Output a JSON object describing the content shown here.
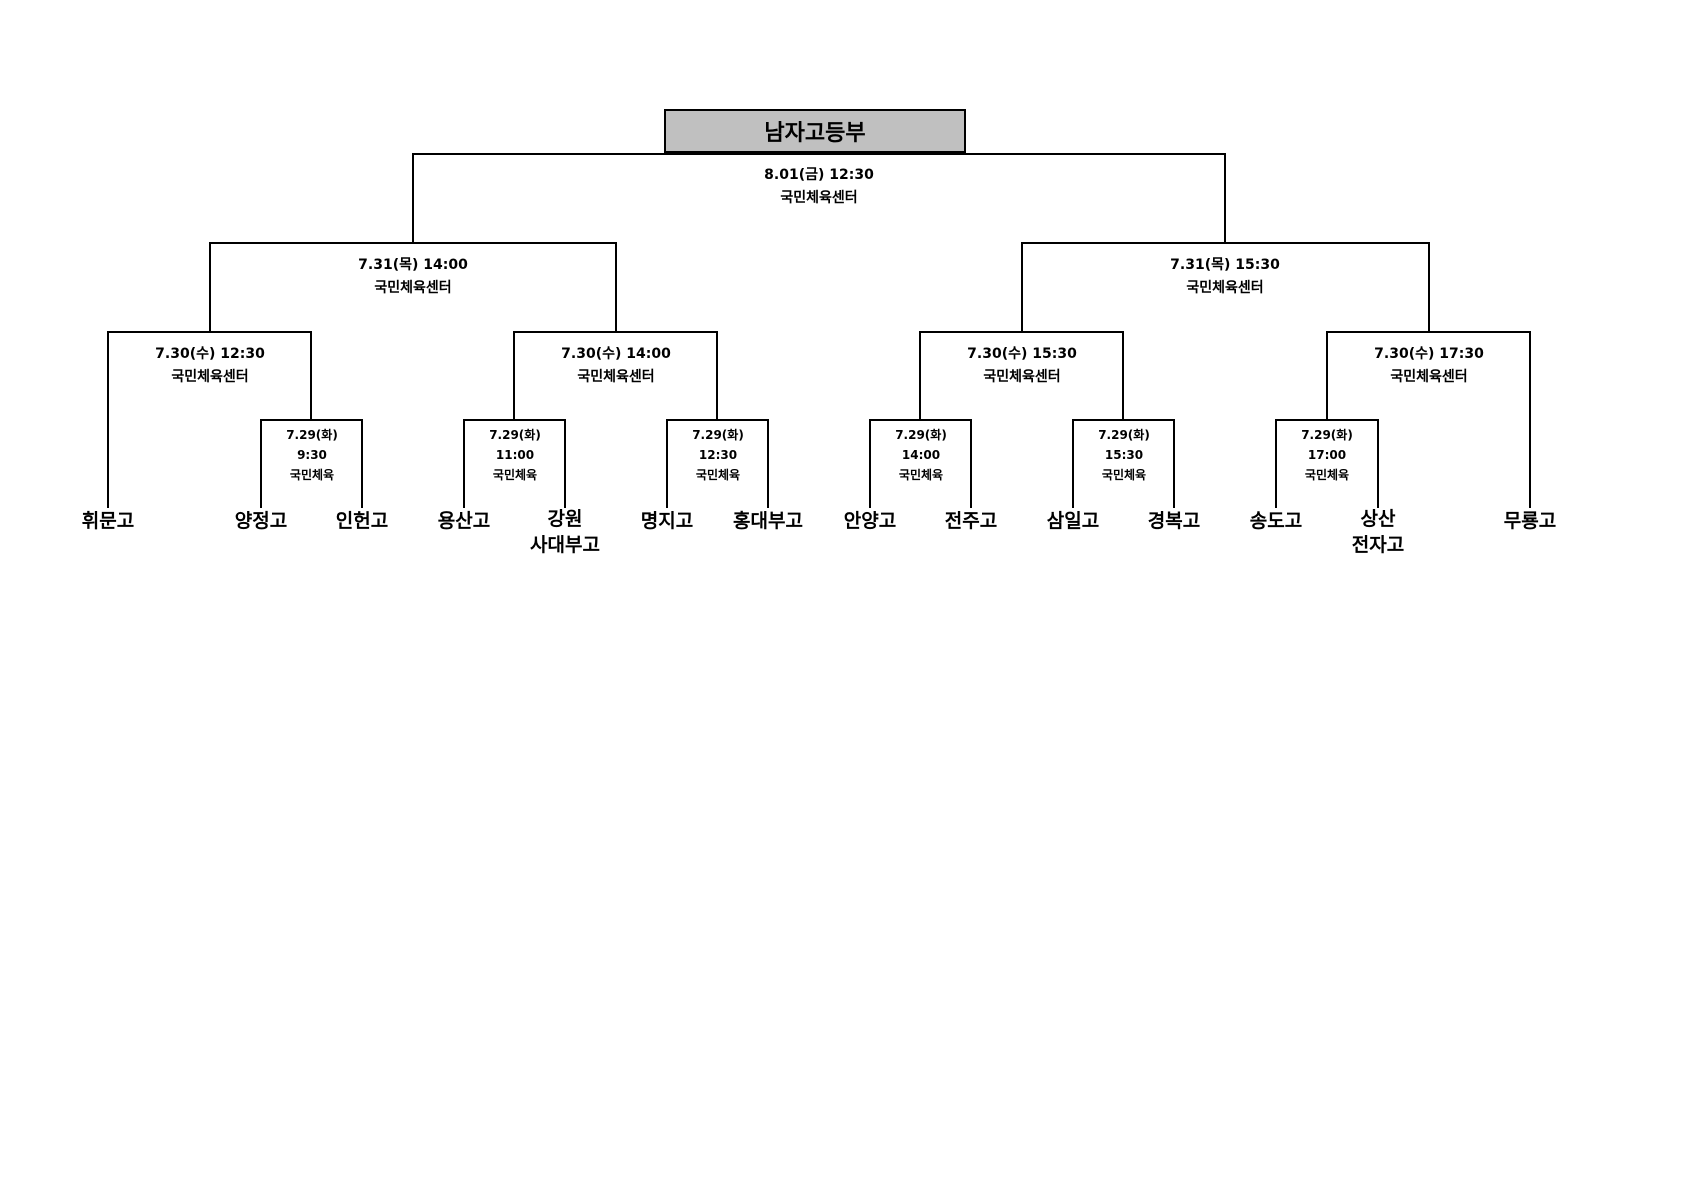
{
  "title": "남자고등부",
  "final": {
    "date": "8.01(금) 12:30",
    "venue": "국민체육센터"
  },
  "semifinals": [
    {
      "date": "7.31(목) 14:00",
      "venue": "국민체육센터"
    },
    {
      "date": "7.31(목) 15:30",
      "venue": "국민체육센터"
    }
  ],
  "quarterfinals": [
    {
      "date": "7.30(수) 12:30",
      "venue": "국민체육센터"
    },
    {
      "date": "7.30(수) 14:00",
      "venue": "국민체육센터"
    },
    {
      "date": "7.30(수) 15:30",
      "venue": "국민체육센터"
    },
    {
      "date": "7.30(수) 17:30",
      "venue": "국민체육센터"
    }
  ],
  "first_round": [
    {
      "date": "7.29(화)",
      "time": "9:30",
      "venue": "국민체육"
    },
    {
      "date": "7.29(화)",
      "time": "11:00",
      "venue": "국민체육"
    },
    {
      "date": "7.29(화)",
      "time": "12:30",
      "venue": "국민체육"
    },
    {
      "date": "7.29(화)",
      "time": "14:00",
      "venue": "국민체육"
    },
    {
      "date": "7.29(화)",
      "time": "15:30",
      "venue": "국민체육"
    },
    {
      "date": "7.29(화)",
      "time": "17:00",
      "venue": "국민체육"
    }
  ],
  "teams": [
    {
      "line1": "휘문고",
      "line2": ""
    },
    {
      "line1": "양정고",
      "line2": ""
    },
    {
      "line1": "인헌고",
      "line2": ""
    },
    {
      "line1": "용산고",
      "line2": ""
    },
    {
      "line1": "강원",
      "line2": "사대부고"
    },
    {
      "line1": "명지고",
      "line2": ""
    },
    {
      "line1": "홍대부고",
      "line2": ""
    },
    {
      "line1": "안양고",
      "line2": ""
    },
    {
      "line1": "전주고",
      "line2": ""
    },
    {
      "line1": "삼일고",
      "line2": ""
    },
    {
      "line1": "경복고",
      "line2": ""
    },
    {
      "line1": "송도고",
      "line2": ""
    },
    {
      "line1": "상산",
      "line2": "전자고"
    },
    {
      "line1": "무룡고",
      "line2": ""
    }
  ]
}
